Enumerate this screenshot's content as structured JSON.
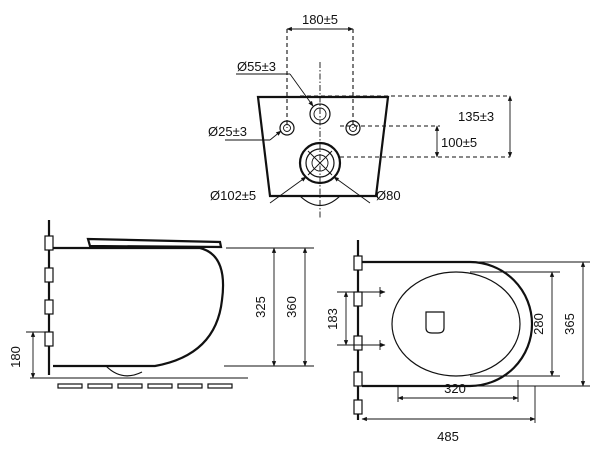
{
  "top_view": {
    "dim_spacing": "180±5",
    "dim_upper_hole": "Ø55±3",
    "dim_side_holes": "Ø25±3",
    "dim_outlet": "Ø102±5",
    "dim_outlet_inner": "Ø80",
    "dim_height_upper": "135±3",
    "dim_height_lower": "100±5"
  },
  "side_view": {
    "dim_outlet_height": "180",
    "dim_bowl_height": "325",
    "dim_total_height": "360"
  },
  "plan_view": {
    "dim_bolt_spacing": "183",
    "dim_bowl_width": "320",
    "dim_inner_width": "280",
    "dim_outer_width": "365",
    "dim_total_depth": "485"
  }
}
